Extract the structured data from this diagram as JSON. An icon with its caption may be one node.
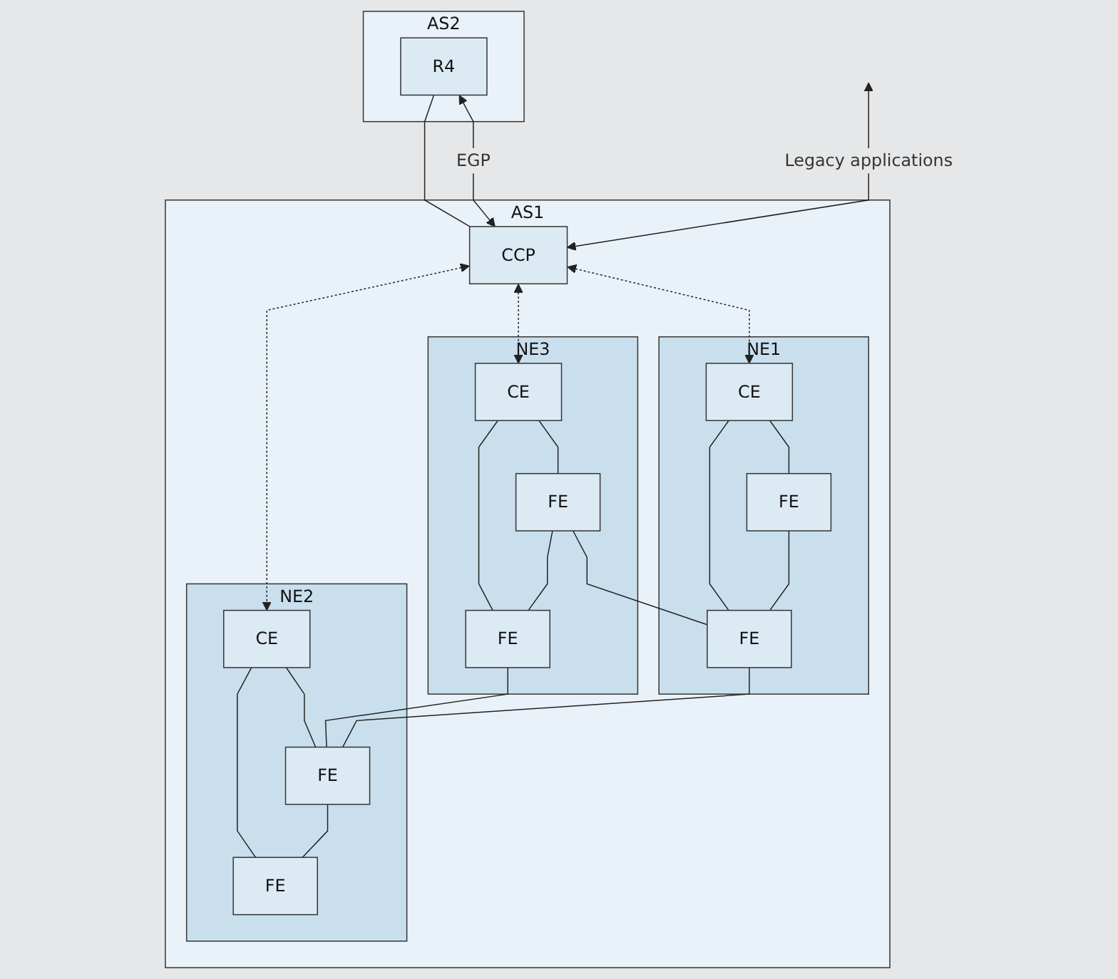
{
  "diagram": {
    "nodes": [
      {
        "text": [
          "AS2"
        ]
      },
      {
        "text": [
          "R4"
        ],
        "in": 0
      },
      {
        "text": [
          "AS1"
        ]
      },
      {
        "text": [
          "CCP"
        ],
        "in": 2
      },
      {
        "text": [
          "NE3"
        ],
        "in": 2
      },
      {
        "text": [
          "CE"
        ],
        "in": 4
      },
      {
        "text": [
          "FE"
        ],
        "in": 4
      },
      {
        "text": [
          "FE"
        ],
        "in": 4
      },
      {
        "text": [
          "NE1"
        ],
        "in": 2
      },
      {
        "text": [
          "CE"
        ],
        "in": 8
      },
      {
        "text": [
          "FE"
        ],
        "in": 8
      },
      {
        "text": [
          "FE"
        ],
        "in": 8
      },
      {
        "text": [
          "NE2"
        ],
        "in": 2
      },
      {
        "text": [
          "CE"
        ],
        "in": 12
      },
      {
        "text": [
          "FE"
        ],
        "in": 12
      },
      {
        "text": [
          "FE"
        ],
        "in": 12
      }
    ],
    "edges": [
      {
        "from": 1,
        "to": 3,
        "arrow": "none"
      },
      {
        "from": 1,
        "to": 3,
        "arrow": "both",
        "label": "EGP"
      },
      {
        "from": null,
        "to": 3,
        "arrow": "both",
        "label": "Legacy applications"
      },
      {
        "from": 3,
        "to": 5,
        "arrow": "both",
        "style": "dashed"
      },
      {
        "from": 3,
        "to": 9,
        "arrow": "both",
        "style": "dashed"
      },
      {
        "from": 3,
        "to": 13,
        "arrow": "both",
        "style": "dashed"
      },
      {
        "from": 5,
        "to": 6,
        "arrow": "none"
      },
      {
        "from": 5,
        "to": 7,
        "arrow": "none"
      },
      {
        "from": 6,
        "to": 7,
        "arrow": "none"
      },
      {
        "from": 9,
        "to": 10,
        "arrow": "none"
      },
      {
        "from": 9,
        "to": 11,
        "arrow": "none"
      },
      {
        "from": 10,
        "to": 11,
        "arrow": "none"
      },
      {
        "from": 13,
        "to": 14,
        "arrow": "none"
      },
      {
        "from": 13,
        "to": 15,
        "arrow": "none"
      },
      {
        "from": 14,
        "to": 15,
        "arrow": "none"
      },
      {
        "from": 6,
        "to": 11,
        "arrow": "none"
      },
      {
        "from": 7,
        "to": 14,
        "arrow": "none"
      },
      {
        "from": 11,
        "to": 14,
        "arrow": "none"
      }
    ]
  }
}
